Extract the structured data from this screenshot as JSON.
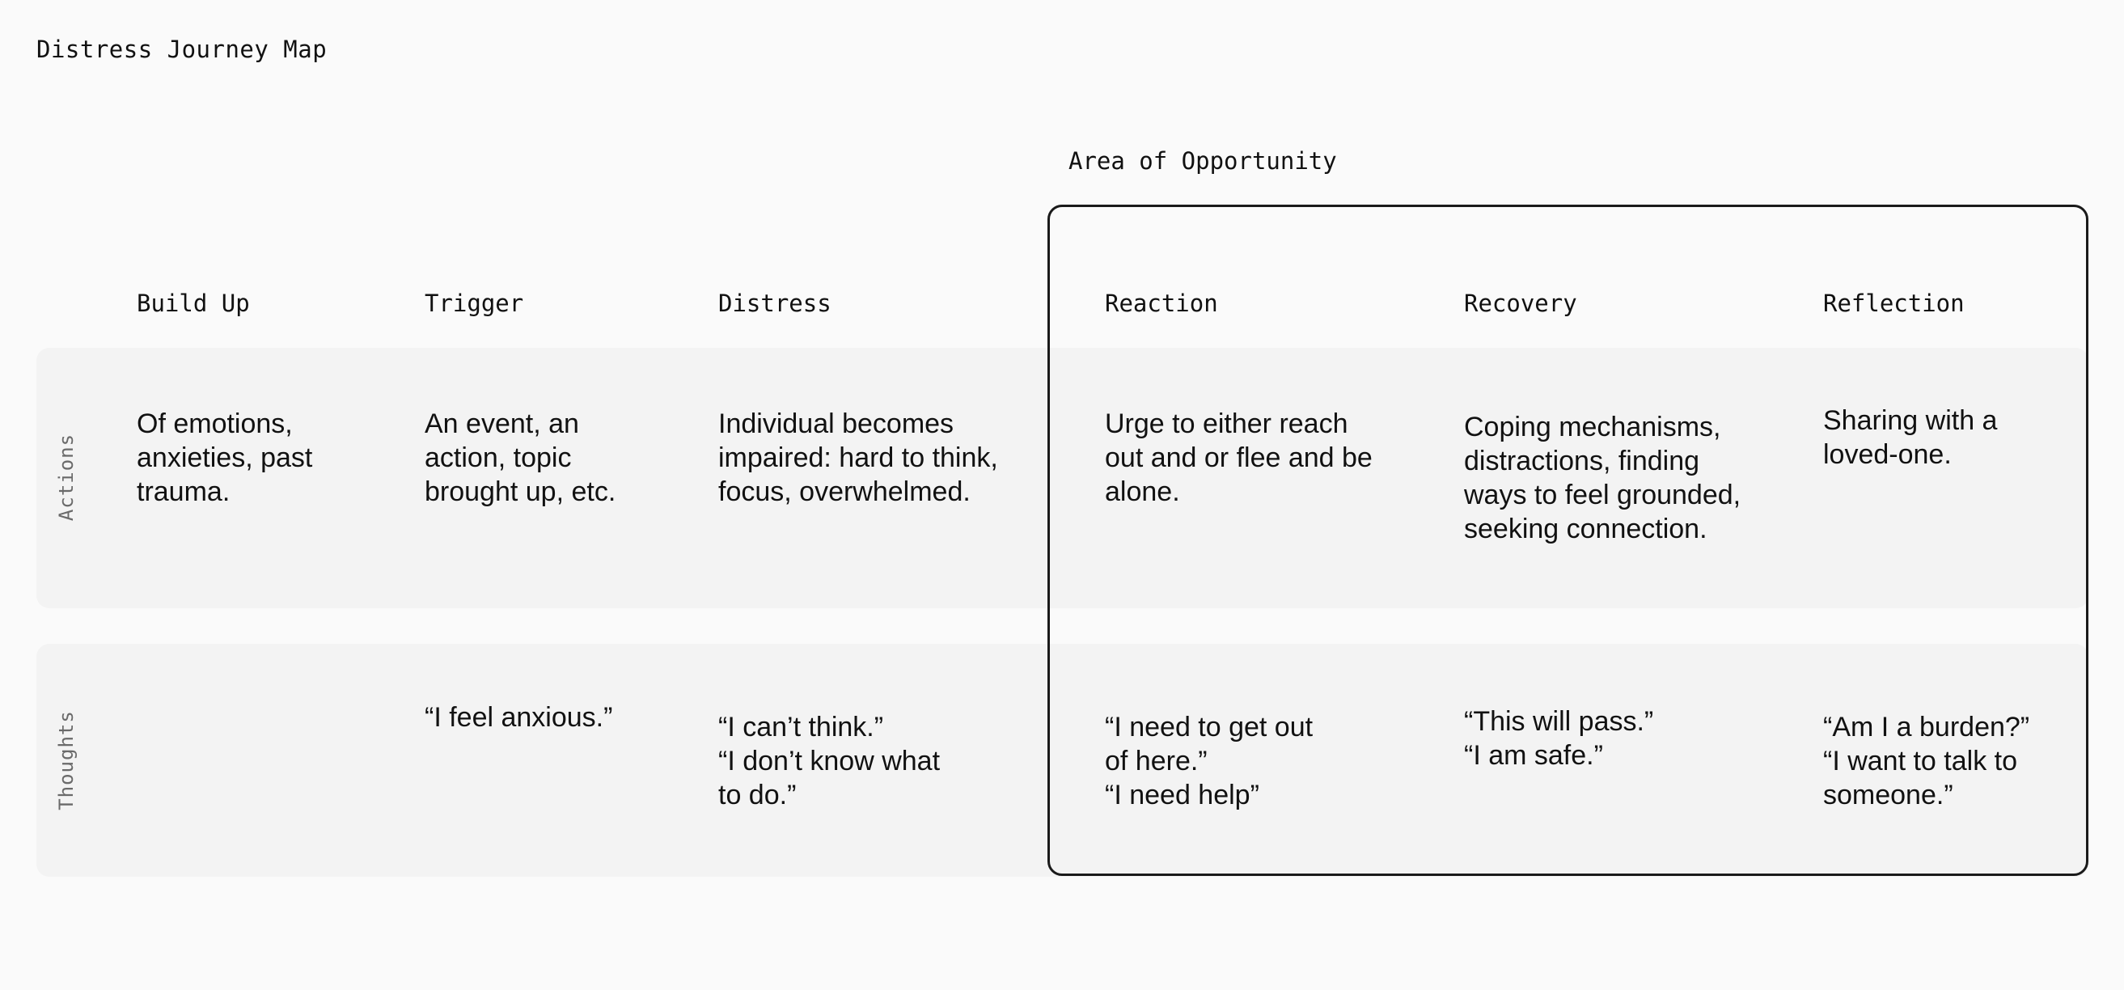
{
  "page": {
    "title": "Distress Journey Map",
    "opportunity_label": "Area of Opportunity"
  },
  "rows": {
    "actions_label": "Actions",
    "thoughts_label": "Thoughts"
  },
  "stages": [
    {
      "name": "Build Up",
      "action": "Of emotions,\nanxieties, past\ntrauma.",
      "thought": ""
    },
    {
      "name": "Trigger",
      "action": "An event, an\naction, topic\nbrought up, etc.",
      "thought": "“I feel anxious.”"
    },
    {
      "name": "Distress",
      "action": "Individual becomes\nimpaired: hard to think,\nfocus, overwhelmed.",
      "thought": "“I can’t think.”\n“I don’t know what\nto do.”"
    },
    {
      "name": "Reaction",
      "action": "Urge to either reach\nout and or flee and be\nalone.",
      "thought": "“I need to get out\nof here.”\n“I need help”"
    },
    {
      "name": "Recovery",
      "action": "Coping mechanisms,\ndistractions, finding\nways to feel grounded,\nseeking connection.",
      "thought": "“This will pass.”\n“I am safe.”"
    },
    {
      "name": "Reflection",
      "action": "Sharing with a\nloved-one.",
      "thought": "“Am I a burden?”\n“I want to talk to\nsomeone.”"
    }
  ]
}
